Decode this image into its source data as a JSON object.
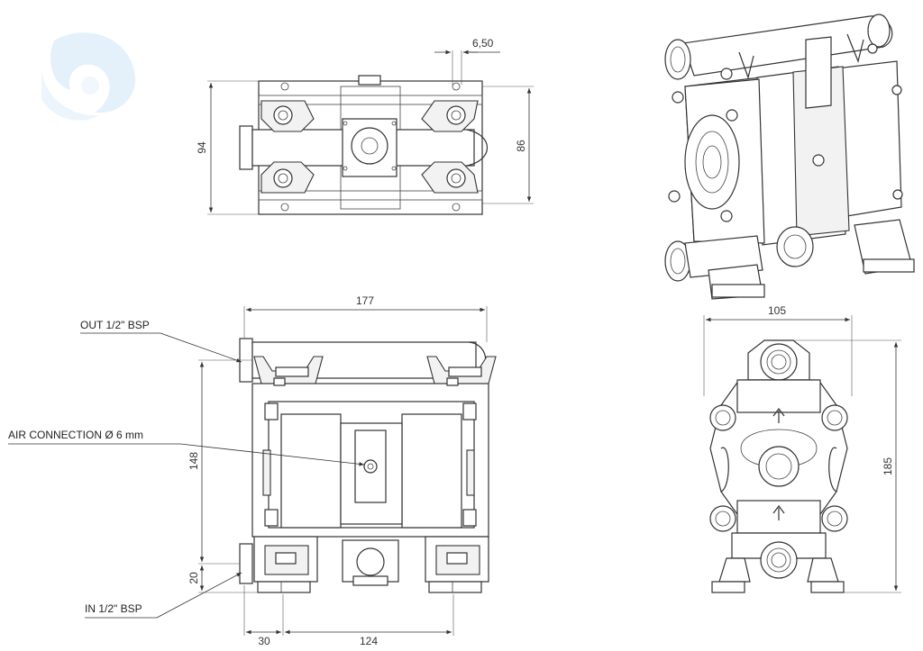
{
  "labels": {
    "out": "OUT 1/2\" BSP",
    "air": "AIR CONNECTION Ø 6 mm",
    "in": "IN 1/2\" BSP"
  },
  "dimensions": {
    "top_bolt": "6,50",
    "top_width_outer": "94",
    "top_width_inner": "86",
    "front_width": "177",
    "front_height": "148",
    "front_inlet": "20",
    "front_offset": "30",
    "front_spacing": "124",
    "side_width": "105",
    "side_height": "185"
  },
  "colors": {
    "line": "#333333",
    "logo": "#cfe6f6"
  }
}
